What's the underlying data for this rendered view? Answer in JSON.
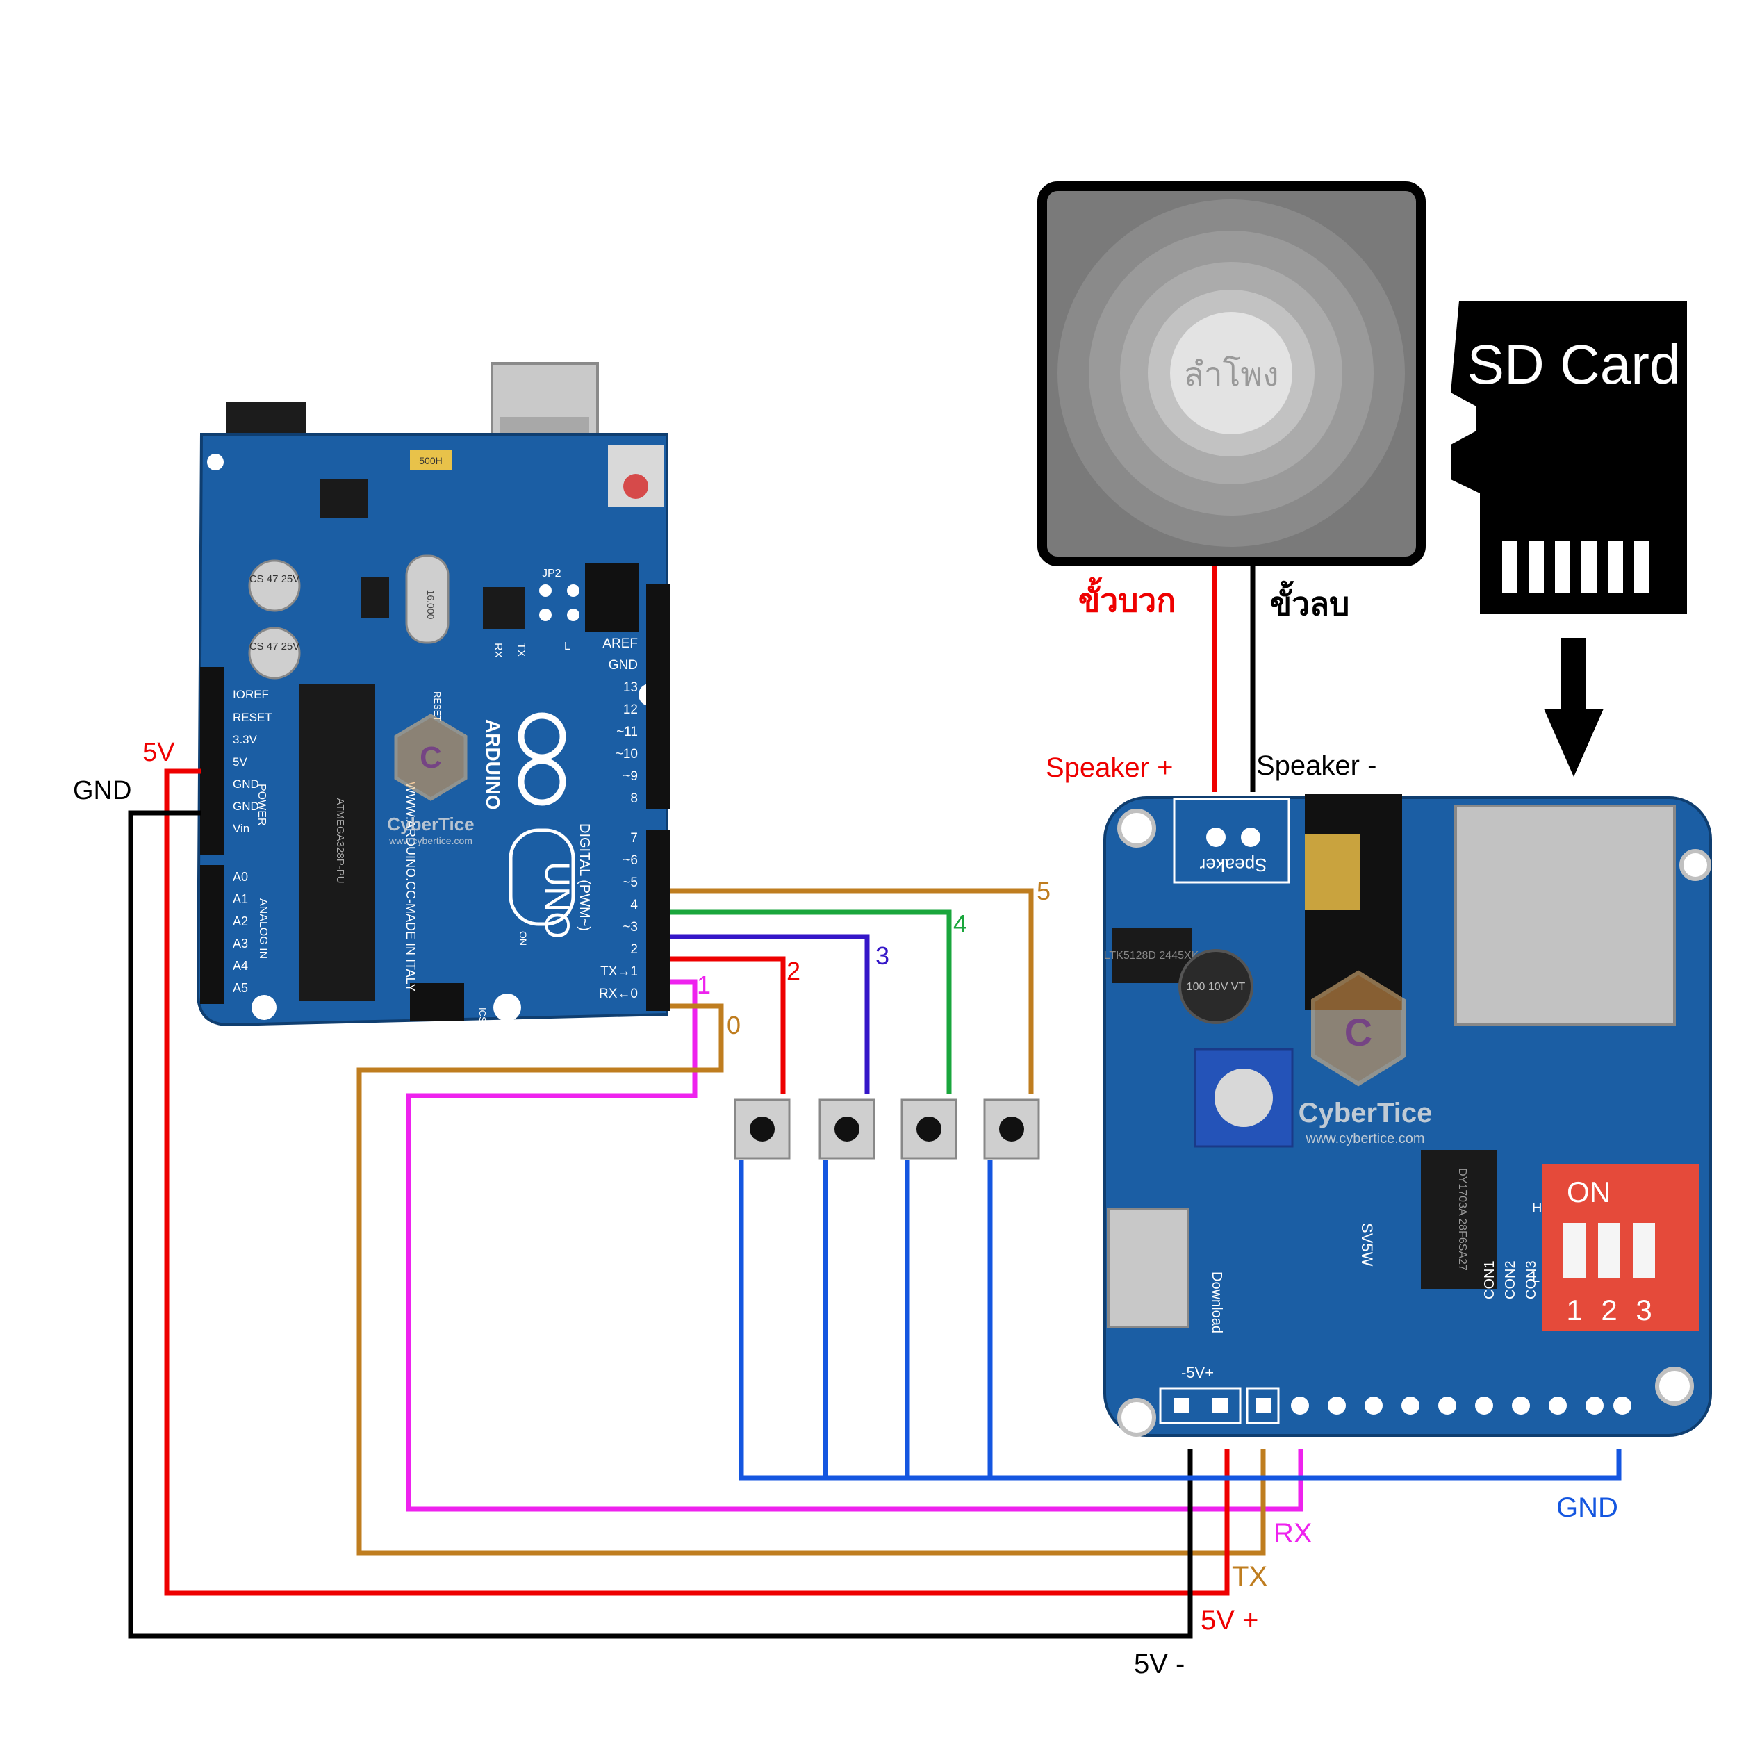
{
  "arduino": {
    "brand": "ARDUINO",
    "model": "UNO",
    "website": "WWW.ARDUINO.CC-MADE IN ITALY",
    "mcu": "ATMEGA328P-PU",
    "cap1": "CS 47 25V",
    "cap2": "CS 47 25V",
    "crystal": "16.000",
    "fuse": "500H",
    "jp2": "JP2",
    "digital_label": "DIGITAL (PWM~)",
    "power_label": "POWER",
    "analog_label": "ANALOG IN",
    "icsp": "ICSP",
    "rx_led": "RX",
    "tx_led": "TX",
    "l_led": "L",
    "on_led": "ON",
    "reset_label": "RESET",
    "power_pins": [
      "IOREF",
      "RESET",
      "3.3V",
      "5V",
      "GND",
      "GND",
      "Vin"
    ],
    "analog_pins": [
      "A0",
      "A1",
      "A2",
      "A3",
      "A4",
      "A5"
    ],
    "digital_pins_top": [
      "AREF",
      "GND",
      "13",
      "12",
      "~11",
      "~10",
      "~9",
      "8"
    ],
    "digital_pins_bottom": [
      "7",
      "~6",
      "~5",
      "4",
      "~3",
      "2",
      "TX→1",
      "RX←0"
    ]
  },
  "module": {
    "speaker_label": "Speaker",
    "download_label": "Download",
    "chip": "DY1703A 28F6SA27",
    "amp": "LTK5128D 2445XK",
    "cap": "100 10V VT",
    "switch_on": "ON",
    "switch_nums": [
      "1",
      "2",
      "3"
    ],
    "switch_h": "H",
    "switch_l": "L",
    "con_labels": [
      "CON1",
      "CON2",
      "CON3"
    ],
    "model_name": "SV5W",
    "power_pins_label": "-5V+"
  },
  "speaker": {
    "label": "ลำโพง",
    "plus_th": "ขั้วบวก",
    "minus_th": "ขั้วลบ"
  },
  "sdcard": {
    "label": "SD Card"
  },
  "watermark": {
    "brand": "CyberTice",
    "url": "www.cybertice.com"
  },
  "labels": {
    "speaker_plus": "Speaker +",
    "speaker_minus": "Speaker -",
    "ard_5v": "5V",
    "ard_gnd": "GND",
    "pin0": "0",
    "pin1": "1",
    "pin2": "2",
    "pin3": "3",
    "pin4": "4",
    "pin5": "5",
    "gnd": "GND",
    "rx": "RX",
    "tx": "TX",
    "v5_plus": "5V +",
    "v5_minus": "5V -"
  },
  "colors": {
    "red": "#ee0000",
    "black": "#000000",
    "orange": "#bf7d1f",
    "magenta": "#ee22ee",
    "green": "#1aa63c",
    "purple": "#3416c8",
    "blue": "#1456e0",
    "pcb": "#1b5ea4"
  }
}
